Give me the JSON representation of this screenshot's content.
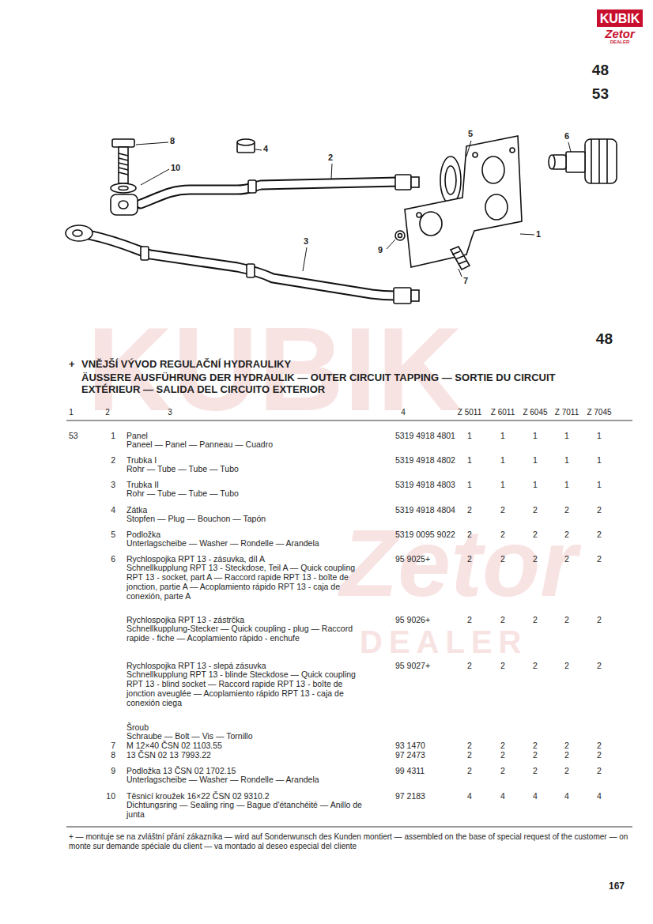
{
  "diagram": {
    "title": "VNĚJŠÍ VÝVOD REGULAČNÍ HYDRAULIKY",
    "labels": [
      "KUBIK",
      "Zetor",
      "DEALER",
      "48",
      "53",
      "KUBIK",
      "Zetor",
      "DEALER",
      "8",
      "4",
      "2",
      "10",
      "5",
      "6",
      "1",
      "9",
      "3",
      "7",
      "48",
      "+",
      "ÄUSSERE AUSFÜHRUNG DER HYDRAULIK — OUTER CIRCUIT TAPPING — SORTIE DU CIRCUIT EXTÉRIEUR — SALIDA DEL CIRCUITO EXTERIOR",
      "1",
      "2",
      "3",
      "4",
      "Z 5011",
      "Z 6011",
      "Z 6045",
      "Z 7011",
      "Z 7045",
      "53",
      "1",
      "Panel",
      "Paneel — Panel — Panneau — Cuadro",
      "5319 4918 4801",
      "1",
      "1",
      "1",
      "1",
      "1",
      "2",
      "Trubka I",
      "Rohr — Tube — Tube — Tubo",
      "5319 4918 4802",
      "1",
      "1",
      "1",
      "1",
      "1",
      "3",
      "Trubka II",
      "Rohr — Tube — Tube — Tubo",
      "5319 4918 4803",
      "1",
      "1",
      "1",
      "1",
      "1",
      "4",
      "Zátka",
      "Stopfen — Plug — Bouchon — Tapón",
      "5319 4918 4804",
      "2",
      "2",
      "2",
      "2",
      "2",
      "5",
      "Podložka",
      "Unterlagscheibe — Washer — Rondelle — Arandela",
      "5319 0095 9022",
      "2",
      "2",
      "2",
      "2",
      "2",
      "6",
      "Rychlospojka RPT 13 - zásuvka, díl A",
      "Schnellkupplung RPT 13 - Steckdose, Teil A — Quick coupling RPT 13 - socket, part A — Raccord rapide RPT 13 - boîte de jonction, partie A — Acoplamiento rápido RPT 13 - caja de conexión, parte A",
      "95 9025+",
      "2",
      "2",
      "2",
      "2",
      "2",
      "Rychlospojka RPT 13 - zástrčka",
      "Schnellkupplung-Stecker — Quick coupling - plug — Raccord rapide - fiche — Acoplamiento rápido - enchufe",
      "95 9026+",
      "2",
      "2",
      "2",
      "2",
      "2",
      "Rychlospojka RPT 13 - slepá zásuvka",
      "Schnellkupplung RPT 13 - blinde Steckdose — Quick coupling RPT 13 - blind socket — Raccord rapide RPT 13 - boîte de jonction aveuglée — Acoplamiento rápido RPT 13 - caja de conexión ciega",
      "95 9027+",
      "2",
      "2",
      "2",
      "2",
      "2",
      "Šroub",
      "Schraube — Bolt — Vis — Tornillo",
      "7",
      "M 12×40 ČSN 02 1103.55",
      "93 1470",
      "2",
      "2",
      "2",
      "2",
      "2",
      "8",
      "13 ČSN 02 13 7993.22",
      "97 2473",
      "2",
      "2",
      "2",
      "2",
      "2",
      "9",
      "Podložka 13 ČSN 02 1702.15",
      "Unterlagscheibe — Washer — Rondelle — Arandela",
      "99 4311",
      "2",
      "2",
      "2",
      "2",
      "2",
      "10",
      "Těsnicí kroužek 16×22 ČSN 02 9310.2",
      "Dichtungsring — Sealing ring — Bague d'étanchéité — Anillo de junta",
      "97 2183",
      "4",
      "4",
      "4",
      "4",
      "4",
      "+ — montuje se na zvláštní přání zákazníka — wird auf Sonderwunsch des Kunden montiert — assembled on the base of special request of the customer — on monte sur demande spéciale du client — va montado al deseo especial del cliente",
      "167"
    ]
  }
}
